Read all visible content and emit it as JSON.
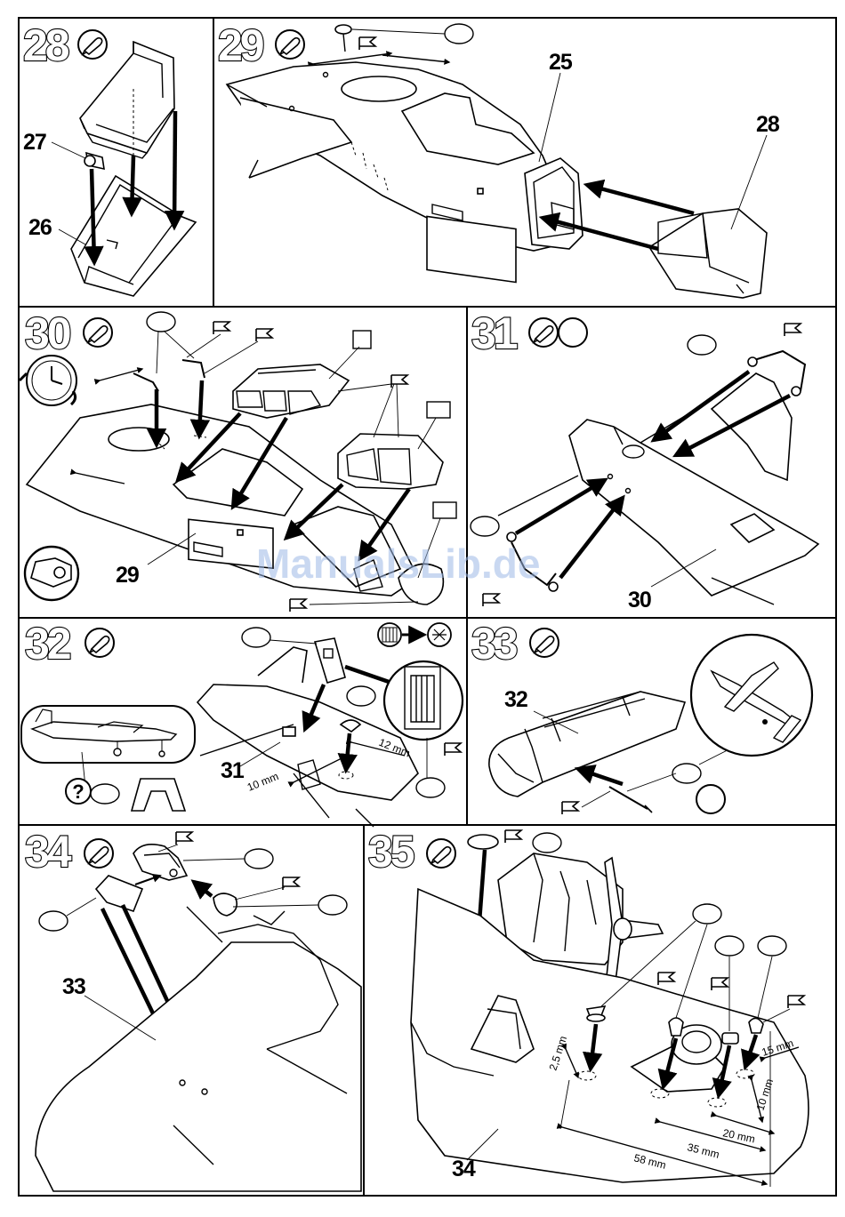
{
  "steps": [
    {
      "number": "28",
      "parts": [
        "27",
        "26"
      ]
    },
    {
      "number": "29",
      "parts": [
        "25",
        "28"
      ]
    },
    {
      "number": "30",
      "parts": [
        "29"
      ]
    },
    {
      "number": "31",
      "parts": [
        "30"
      ]
    },
    {
      "number": "32",
      "parts": [
        "31"
      ],
      "dims": [
        "10 mm",
        "12 mm"
      ]
    },
    {
      "number": "33",
      "parts": [
        "32"
      ]
    },
    {
      "number": "34",
      "parts": [
        "33"
      ]
    },
    {
      "number": "35",
      "parts": [
        "34"
      ],
      "dims": [
        "15 mm",
        "2,5 mm",
        "10 mm",
        "20 mm",
        "35 mm",
        "58 mm"
      ]
    }
  ],
  "help_symbol": "?",
  "watermark": "ManualsLib.de",
  "colors": {
    "line": "#000000",
    "background": "#ffffff",
    "watermark": "#9cb8e6"
  },
  "icons": [
    "glue-icon",
    "decal-flag-icon",
    "paint-bubble-icon",
    "clock-icon",
    "tape-icon",
    "mirror-symmetric-icon"
  ]
}
